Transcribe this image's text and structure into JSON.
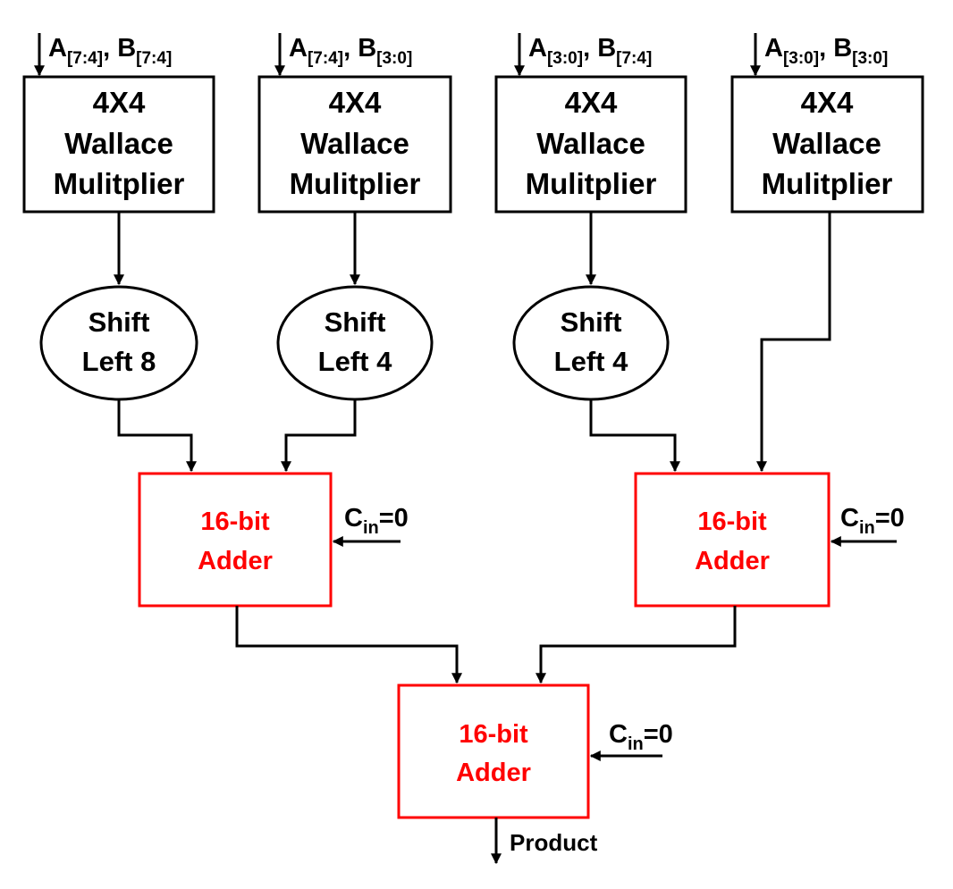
{
  "multipliers": [
    {
      "label_lines": [
        "4X4",
        "Wallace",
        "Mulitplier"
      ],
      "input": {
        "a": "A",
        "a_sub": "[7:4]",
        "sep": ", ",
        "b": "B",
        "b_sub": "[7:4]"
      }
    },
    {
      "label_lines": [
        "4X4",
        "Wallace",
        "Mulitplier"
      ],
      "input": {
        "a": "A",
        "a_sub": "[7:4]",
        "sep": ", ",
        "b": "B",
        "b_sub": "[3:0]"
      }
    },
    {
      "label_lines": [
        "4X4",
        "Wallace",
        "Mulitplier"
      ],
      "input": {
        "a": "A",
        "a_sub": "[3:0]",
        "sep": ", ",
        "b": "B",
        "b_sub": "[7:4]"
      }
    },
    {
      "label_lines": [
        "4X4",
        "Wallace",
        "Mulitplier"
      ],
      "input": {
        "a": "A",
        "a_sub": "[3:0]",
        "sep": ", ",
        "b": "B",
        "b_sub": "[3:0]"
      }
    }
  ],
  "shifts": [
    {
      "lines": [
        "Shift",
        "Left 8"
      ]
    },
    {
      "lines": [
        "Shift",
        "Left 4"
      ]
    },
    {
      "lines": [
        "Shift",
        "Left 4"
      ]
    }
  ],
  "adders": [
    {
      "lines": [
        "16-bit",
        "Adder"
      ],
      "cin": {
        "c": "C",
        "sub": "in",
        "val": "=0"
      }
    },
    {
      "lines": [
        "16-bit",
        "Adder"
      ],
      "cin": {
        "c": "C",
        "sub": "in",
        "val": "=0"
      }
    },
    {
      "lines": [
        "16-bit",
        "Adder"
      ],
      "cin": {
        "c": "C",
        "sub": "in",
        "val": "=0"
      }
    }
  ],
  "output": {
    "label": "Product"
  },
  "colors": {
    "adder_border": "#ff0000",
    "adder_text": "#ff0000",
    "line": "#000000"
  }
}
